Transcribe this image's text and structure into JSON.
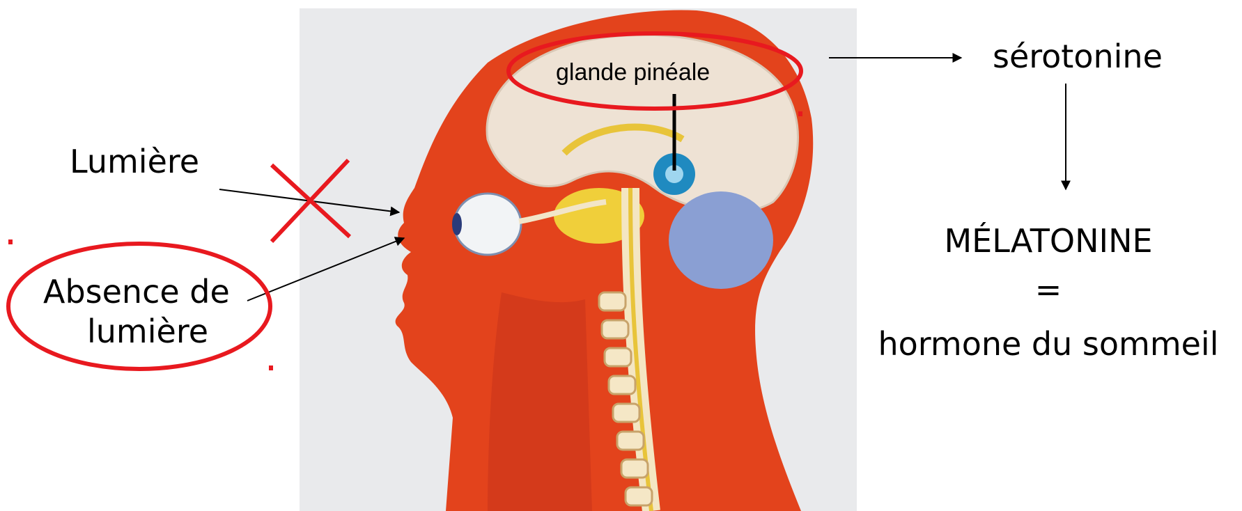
{
  "labels": {
    "light": "Lumière",
    "no_light_line1": "Absence de",
    "no_light_line2": "lumière",
    "pineal": "glande pinéale",
    "serotonin": "sérotonine",
    "melatonin": "MÉLATONINE",
    "equals": "=",
    "sleep_hormone": "hormone du sommeil"
  },
  "colors": {
    "highlight_red": "#e8191f",
    "head_red": "#e3431c",
    "brain_light": "#eee2d4",
    "gland_blue": "#1f8ac0",
    "cerebellum_blue": "#8a9fd3",
    "background_panel": "#e9eaec"
  },
  "icons": {
    "cross": "red-cross-icon"
  }
}
